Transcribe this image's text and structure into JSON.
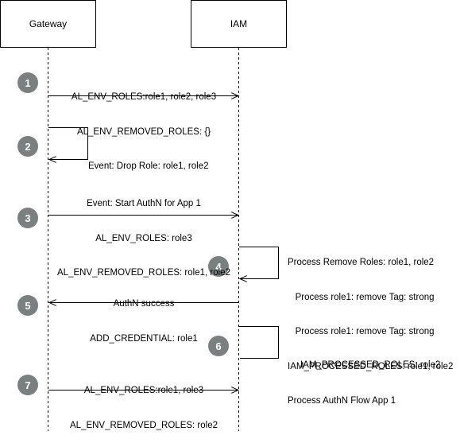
{
  "participants": {
    "gateway": "Gateway",
    "iam": "IAM"
  },
  "steps": [
    {
      "num": "1",
      "lines": [
        "AL_ENV_ROLES:role1, role2, role3",
        "AL_ENV_REMOVED_ROLES: {}"
      ]
    },
    {
      "num": "2",
      "lines": [
        "Event: Drop Role: role1, role2"
      ]
    },
    {
      "num": "3",
      "lines": [
        "Event: Start AuthN for App 1",
        "AL_ENV_ROLES: role3",
        "AL_ENV_REMOVED_ROLES: role1, role2"
      ]
    },
    {
      "num": "4",
      "lines": [
        "Process Remove Roles: role1, role2",
        "   Process role1: remove Tag: strong",
        "   Process role1: remove Tag: strong",
        "IAM_PROCESSED_ROLES: role1, role2",
        "Process AuthN Flow App 1"
      ]
    },
    {
      "num": "5",
      "lines": [
        "AuthN success",
        "ADD_CREDENTIAL: role1"
      ]
    },
    {
      "num": "6",
      "lines": [
        "IAM_PROCESSED_ROLES: role2"
      ]
    },
    {
      "num": "7",
      "lines": [
        "AL_ENV_ROLES:role1, role3",
        "AL_ENV_REMOVED_ROLES: role2"
      ]
    }
  ]
}
